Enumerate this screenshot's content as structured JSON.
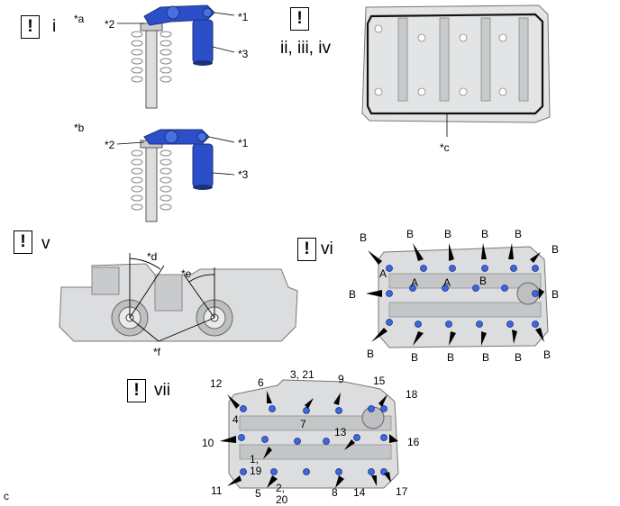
{
  "steps": {
    "i": "i",
    "ii_iv": "ii, iii, iv",
    "v": "v",
    "vi": "vi",
    "vii": "vii"
  },
  "warn_symbol": "!",
  "callouts": {
    "a": "*a",
    "b": "*b",
    "c": "*c",
    "d": "*d",
    "e": "*e",
    "f": "*f",
    "n1": "*1",
    "n2": "*2",
    "n3": "*3"
  },
  "bolt_letters": {
    "A": "A",
    "B": "B"
  },
  "sequence": {
    "s1_19": "1,\n19",
    "s2_20": "2,\n20",
    "s3_21": "3, 21",
    "s4": "4",
    "s5": "5",
    "s6": "6",
    "s7": "7",
    "s8": "8",
    "s9": "9",
    "s10": "10",
    "s11": "11",
    "s12": "12",
    "s13": "13",
    "s14": "14",
    "s15": "15",
    "s16": "16",
    "s17": "17",
    "s18": "18"
  },
  "corner_code": "c",
  "colors": {
    "part_blue": "#2b4fc8",
    "bolt_blue": "#3a68e0",
    "metal": "#d8d9db",
    "metal_dark": "#a9abae",
    "outline": "#555555"
  }
}
